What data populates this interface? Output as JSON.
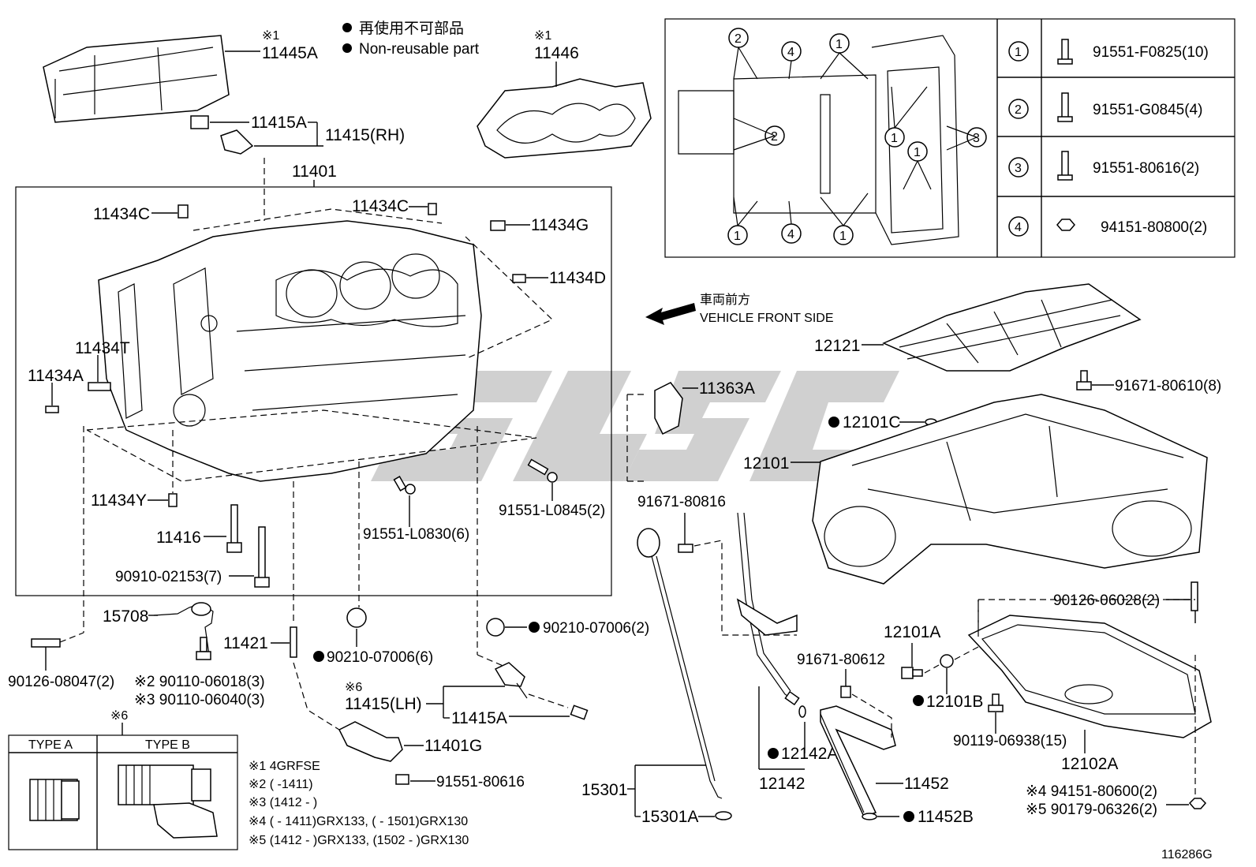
{
  "legend": {
    "non_reusable_jp": "再使用不可部品",
    "non_reusable_en": "Non-reusable part"
  },
  "direction": {
    "jp": "車両前方",
    "en": "VEHICLE FRONT SIDE"
  },
  "bolt_table": [
    {
      "num": "1",
      "part": "91551-F0825(10)"
    },
    {
      "num": "2",
      "part": "91551-G0845(4)"
    },
    {
      "num": "3",
      "part": "91551-80616(2)"
    },
    {
      "num": "4",
      "part": "94151-80800(2)"
    }
  ],
  "callouts": {
    "c1": "1",
    "c2": "2",
    "c3": "3",
    "c4": "4"
  },
  "parts": {
    "p11445A_note": "※1",
    "p11445A": "11445A",
    "p11446_note": "※1",
    "p11446": "11446",
    "p11415A": "11415A",
    "p11415RH": "11415(RH)",
    "p11401": "11401",
    "p11434C_left": "11434C",
    "p11434C_mid": "11434C",
    "p11434G": "11434G",
    "p11434D": "11434D",
    "p11434T": "11434T",
    "p11434A": "11434A",
    "p11434Y": "11434Y",
    "p11416": "11416",
    "p90910": "90910-02153(7)",
    "p91551_L0830": "91551-L0830(6)",
    "p91551_L0845": "91551-L0845(2)",
    "p11363A": "11363A",
    "p12121": "12121",
    "p91671_80610": "91671-80610(8)",
    "p12101C": "12101C",
    "p12101": "12101",
    "p91671_80816": "91671-80816",
    "p15708": "15708",
    "p11421": "11421",
    "p90126_08047": "90126-08047(2)",
    "p90110_06018": "※2 90110-06018(3)",
    "p90110_06040": "※3 90110-06040(3)",
    "p90210_07006_6": "90210-07006(6)",
    "p90210_07006_2": "90210-07006(2)",
    "p11415LH_note": "※6",
    "p11415LH": "11415(LH)",
    "p11415A_2": "11415A",
    "p11401G": "11401G",
    "p91551_80616": "91551-80616",
    "p90126_06028": "90126-06028(2)",
    "p12101A": "12101A",
    "p91671_80612": "91671-80612",
    "p12101B": "12101B",
    "p90119_06938": "90119-06938(15)",
    "p12102A": "12102A",
    "p12142A": "12142A",
    "p12142": "12142",
    "p11452": "11452",
    "p11452B": "11452B",
    "p15301": "15301",
    "p15301A": "15301A",
    "p94151_80600": "※4 94151-80600(2)",
    "p90179_06326": "※5 90179-06326(2)"
  },
  "type_box": {
    "note": "※6",
    "type_a": "TYPE A",
    "type_b": "TYPE B"
  },
  "notes": [
    "※1 4GRFSE",
    "※2 (        -1411)",
    "※3 (1412 -        )",
    "※4 (        - 1411)GRX133, (        - 1501)GRX130",
    "※5 (1412 -        )GRX133, (1502 -        )GRX130"
  ],
  "diagram_id": "116286G",
  "watermark_color": "#c8c8c8"
}
